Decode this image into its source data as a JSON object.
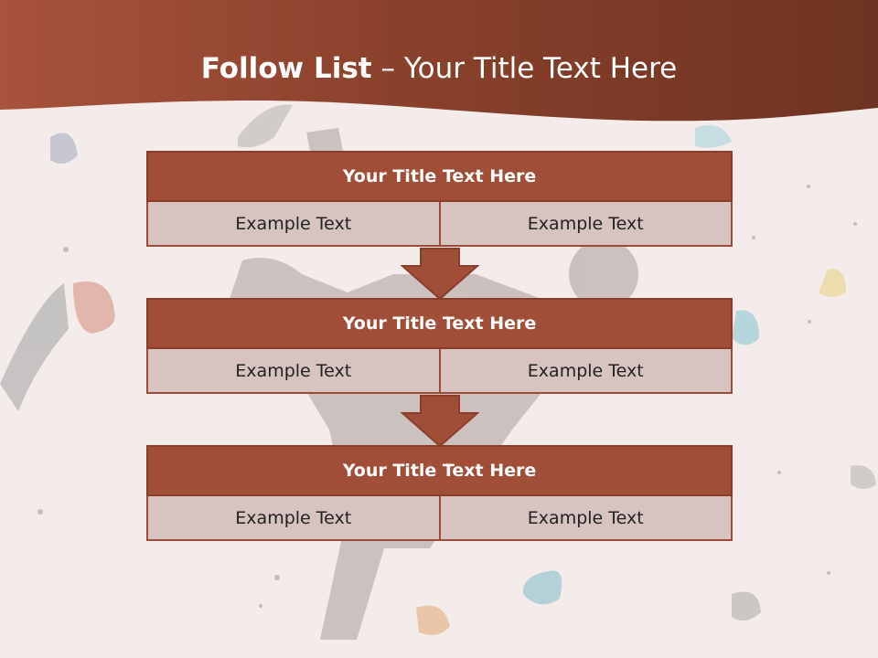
{
  "slide": {
    "title_bold": "Follow List",
    "title_rest": " – Your Title Text Here"
  },
  "blocks": [
    {
      "title": "Your Title Text Here",
      "left": "Example Text",
      "right": "Example Text"
    },
    {
      "title": "Your Title Text Here",
      "left": "Example Text",
      "right": "Example Text"
    },
    {
      "title": "Your Title Text Here",
      "left": "Example Text",
      "right": "Example Text"
    }
  ],
  "colors": {
    "header": "#8e3f2b",
    "block_title": "#a04e38",
    "cell": "#d7c4c0",
    "arrow": "#a04e38"
  }
}
